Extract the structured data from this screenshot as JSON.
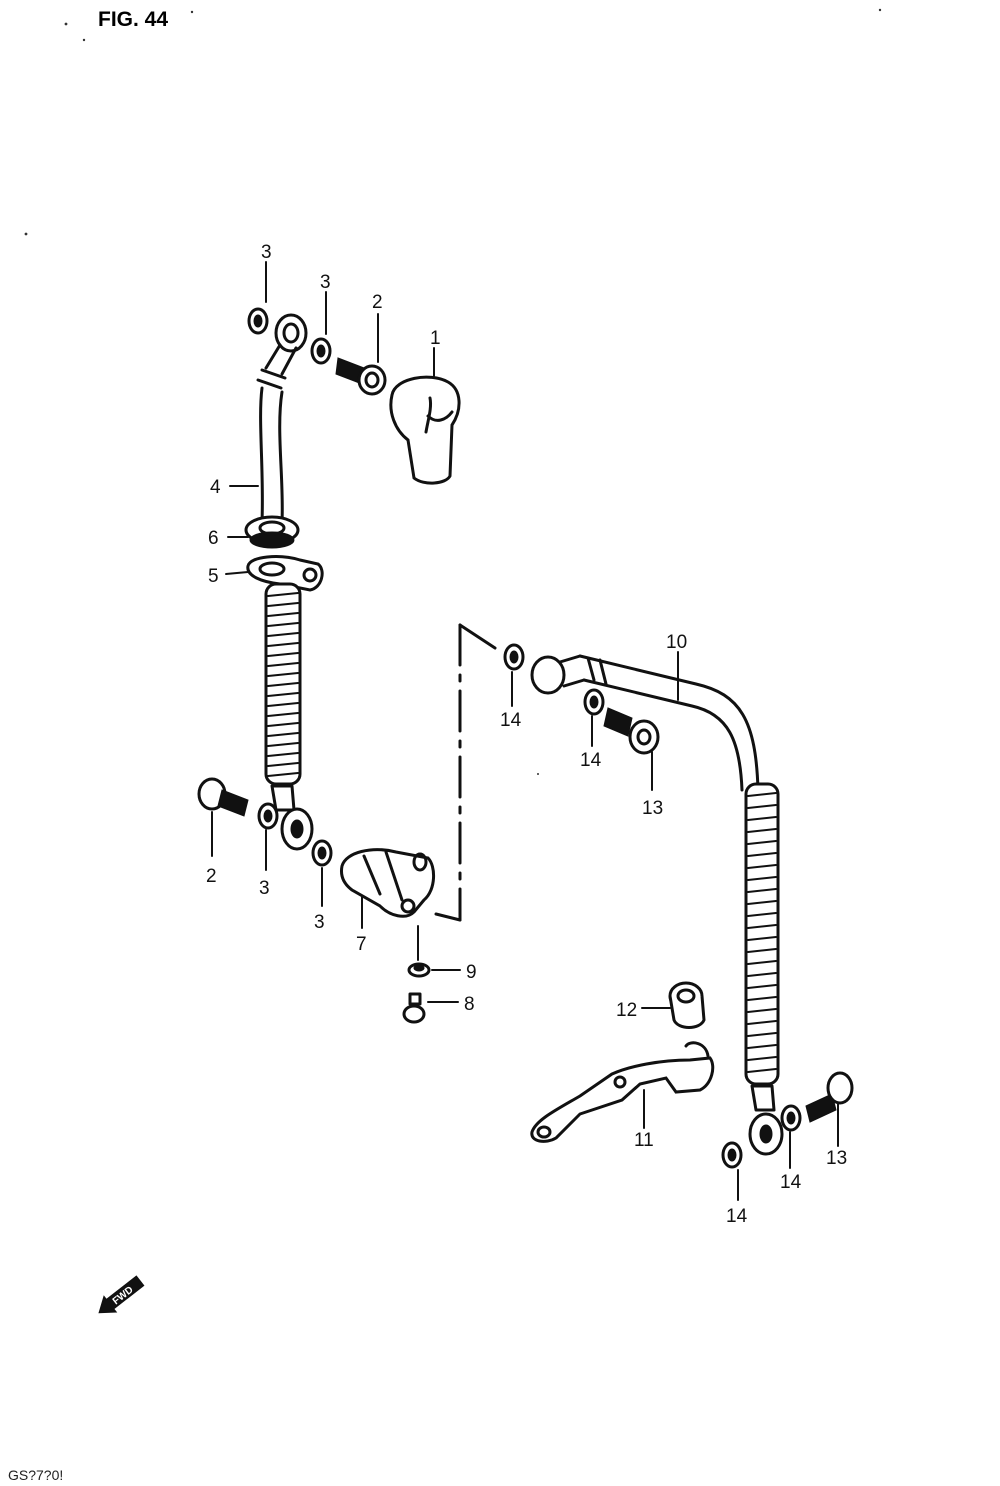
{
  "figure": {
    "title": "FIG. 44",
    "code": "GS?7?0!"
  },
  "direction_arrow": {
    "label": "FWD"
  },
  "part_labels": {
    "p1": "1",
    "p2_top": "2",
    "p2_bottom": "2",
    "p3_a": "3",
    "p3_b": "3",
    "p3_c": "3",
    "p3_d": "3",
    "p4": "4",
    "p5": "5",
    "p6": "6",
    "p7": "7",
    "p8": "8",
    "p9": "9",
    "p10": "10",
    "p11": "11",
    "p12": "12",
    "p13_a": "13",
    "p13_b": "13",
    "p14_a": "14",
    "p14_b": "14",
    "p14_c": "14",
    "p14_d": "14"
  }
}
